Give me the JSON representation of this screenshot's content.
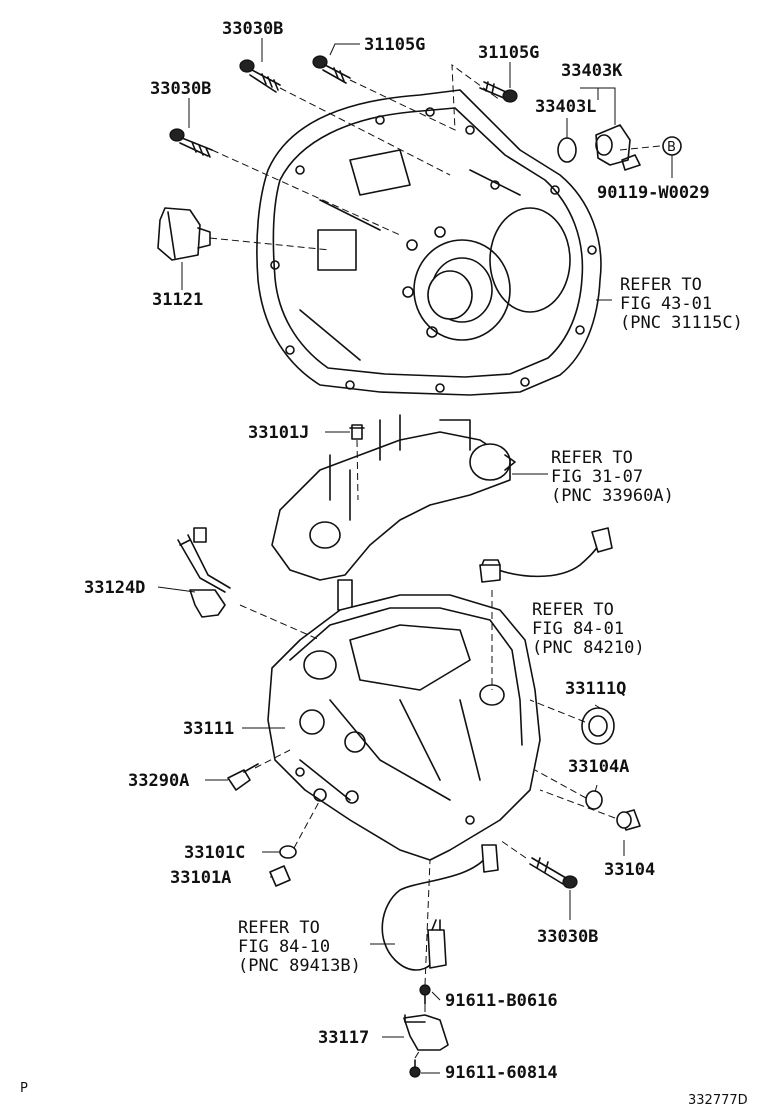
{
  "callouts": {
    "c33030b_a": "33030B",
    "c33030b_b": "33030B",
    "c31105g_a": "31105G",
    "c31105g_b": "31105G",
    "c33403k": "33403K",
    "c33403l": "33403L",
    "c90119": "90119-W0029",
    "ref_b": "B",
    "c31121": "31121",
    "c33101j": "33101J",
    "c33124d": "33124D",
    "c33111q": "33111Q",
    "c33111": "33111",
    "c33104a": "33104A",
    "c33290a": "33290A",
    "c33104": "33104",
    "c33101c": "33101C",
    "c33101a": "33101A",
    "c33030b_c": "33030B",
    "c91611b": "91611-B0616",
    "c33117": "33117",
    "c91611_6": "91611-60814"
  },
  "refer_notes": [
    {
      "line1": "REFER TO",
      "line2": "FIG 43-01",
      "line3": "(PNC 31115C)"
    },
    {
      "line1": "REFER TO",
      "line2": "FIG 31-07",
      "line3": "(PNC 33960A)"
    },
    {
      "line1": "REFER TO",
      "line2": "FIG 84-01",
      "line3": "(PNC 84210)"
    },
    {
      "line1": "REFER TO",
      "line2": "FIG 84-10",
      "line3": "(PNC 89413B)"
    }
  ],
  "footer": {
    "left_mark": "P",
    "figure_id": "332777D"
  }
}
